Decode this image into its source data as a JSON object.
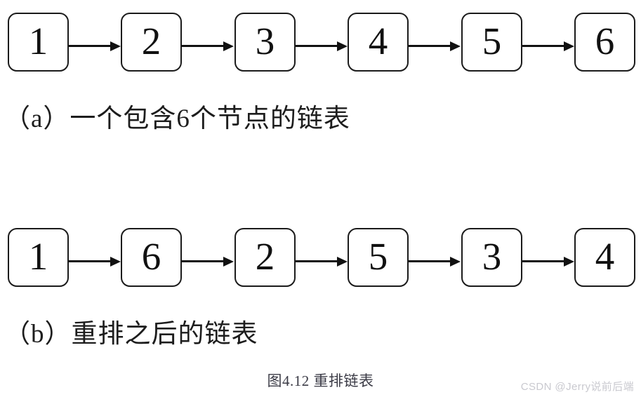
{
  "figure": {
    "background_color": "#ffffff",
    "caption": "图4.12 重排链表",
    "caption_color": "#3b3b46"
  },
  "diagram_data": {
    "type": "diagram",
    "subtype": "singly-linked-list",
    "node_shape": "rounded-rectangle",
    "node_stroke_color": "#1b1b1b",
    "node_fill_color": "#ffffff",
    "arrow_color": "#111111",
    "arrow_direction": "left-to-right",
    "rows": [
      {
        "id": "row-a",
        "label": "（a）一个包含6个节点的链表",
        "nodes": [
          "1",
          "2",
          "3",
          "4",
          "5",
          "6"
        ],
        "edges": [
          "1->2",
          "2->3",
          "3->4",
          "4->5",
          "5->6"
        ],
        "node_count": 6
      },
      {
        "id": "row-b",
        "label": "（b）重排之后的链表",
        "nodes": [
          "1",
          "6",
          "2",
          "5",
          "3",
          "4"
        ],
        "edges": [
          "1->6",
          "6->2",
          "2->5",
          "5->3",
          "3->4"
        ],
        "node_count": 6
      }
    ]
  },
  "rows": [
    {
      "caption": "（a）一个包含6个节点的链表",
      "nodes": [
        {
          "value": "1"
        },
        {
          "value": "2"
        },
        {
          "value": "3"
        },
        {
          "value": "4"
        },
        {
          "value": "5"
        },
        {
          "value": "6"
        }
      ]
    },
    {
      "caption": "（b）重排之后的链表",
      "nodes": [
        {
          "value": "1"
        },
        {
          "value": "6"
        },
        {
          "value": "2"
        },
        {
          "value": "5"
        },
        {
          "value": "3"
        },
        {
          "value": "4"
        }
      ]
    }
  ],
  "watermark": {
    "text": "CSDN @Jerry说前后端",
    "color": "#c9c9cf"
  }
}
